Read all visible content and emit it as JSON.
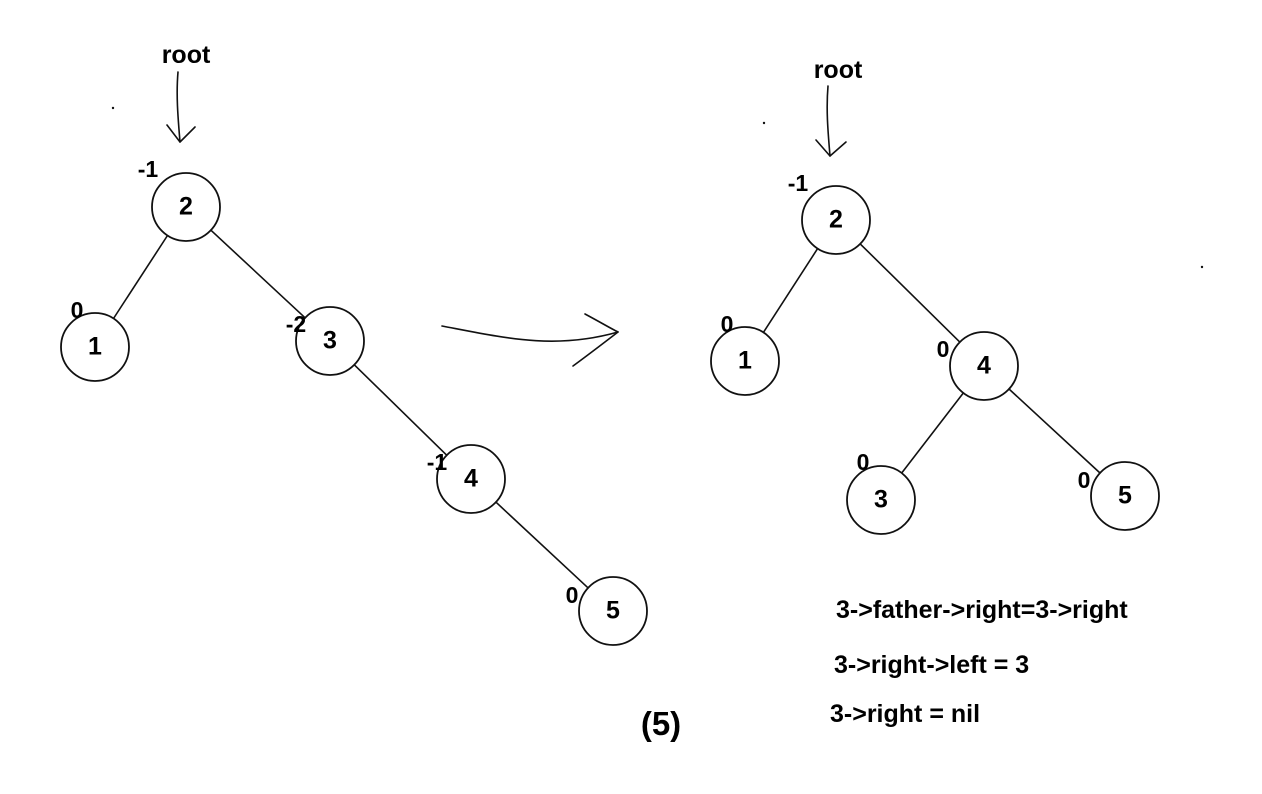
{
  "left_tree": {
    "root_label": "root",
    "nodes": [
      {
        "id": "2",
        "label": "2",
        "balance": "-1"
      },
      {
        "id": "1",
        "label": "1",
        "balance": "0"
      },
      {
        "id": "3",
        "label": "3",
        "balance": "-2"
      },
      {
        "id": "4",
        "label": "4",
        "balance": "-1"
      },
      {
        "id": "5",
        "label": "5",
        "balance": "0"
      }
    ],
    "edges": [
      [
        "2",
        "1"
      ],
      [
        "2",
        "3"
      ],
      [
        "3",
        "4"
      ],
      [
        "4",
        "5"
      ]
    ]
  },
  "right_tree": {
    "root_label": "root",
    "nodes": [
      {
        "id": "2",
        "label": "2",
        "balance": "-1"
      },
      {
        "id": "1",
        "label": "1",
        "balance": "0"
      },
      {
        "id": "4",
        "label": "4",
        "balance": "0"
      },
      {
        "id": "3",
        "label": "3",
        "balance": "0"
      },
      {
        "id": "5",
        "label": "5",
        "balance": "0"
      }
    ],
    "edges": [
      [
        "2",
        "1"
      ],
      [
        "2",
        "4"
      ],
      [
        "4",
        "3"
      ],
      [
        "4",
        "5"
      ]
    ]
  },
  "caption": "(5)",
  "code_lines": [
    "3->father->right=3->right",
    "3->right->left = 3",
    "3->right = nil"
  ]
}
